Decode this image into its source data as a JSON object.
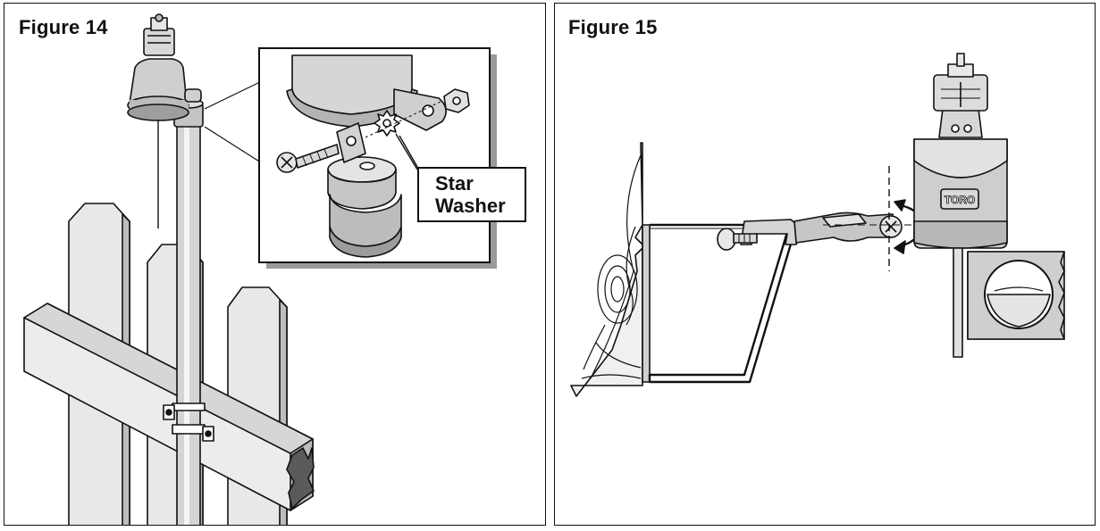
{
  "figures": [
    {
      "title": "Figure 14",
      "callout_lines": [
        "Star",
        "Washer"
      ]
    },
    {
      "title": "Figure 15",
      "brand": "TORO"
    }
  ],
  "colors": {
    "line": "#111111",
    "shade_light": "#e6e6e6",
    "shade_mid": "#c8c8c8",
    "shade_dark": "#9a9a9a",
    "shadow": "#999999"
  },
  "icons": [
    "sprinkler-head-icon",
    "screw-icon",
    "star-washer-icon",
    "hex-nut-icon",
    "clamp-icon",
    "wood-grain-icon"
  ]
}
